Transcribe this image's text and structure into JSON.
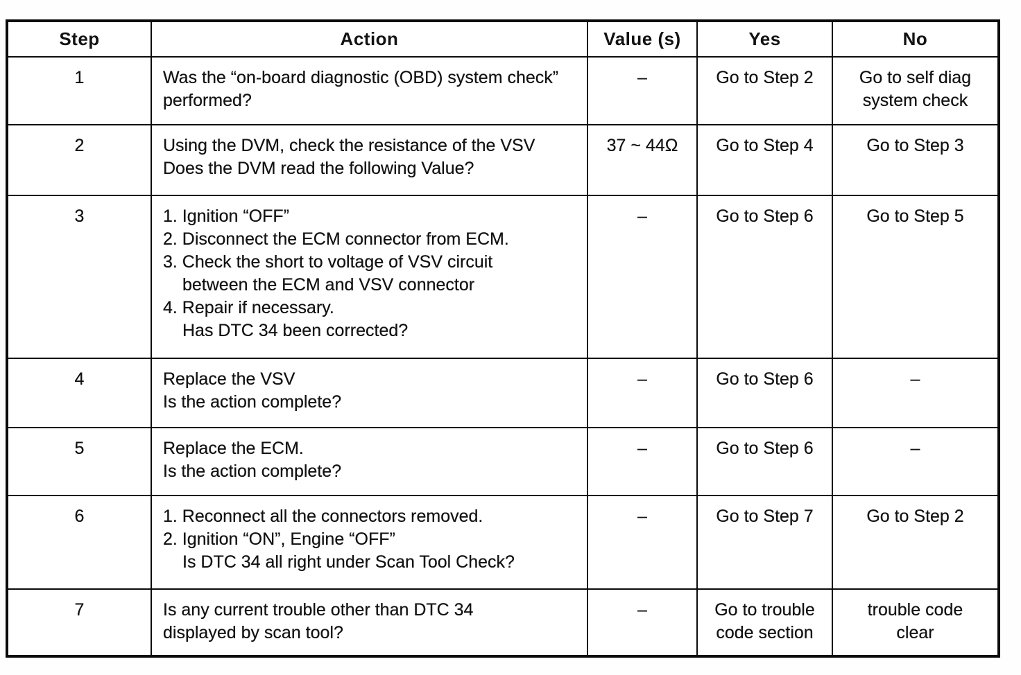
{
  "page": {
    "kind": "scanned service-manual diagnostic chart",
    "ink_color": "#0b0b0b",
    "paper_color": "#ffffff"
  },
  "table": {
    "headers": [
      {
        "key": "step",
        "label": "Step"
      },
      {
        "key": "action",
        "label": "Action"
      },
      {
        "key": "value",
        "label": "Value (s)"
      },
      {
        "key": "yes",
        "label": "Yes"
      },
      {
        "key": "no",
        "label": "No"
      }
    ],
    "rows": [
      {
        "step": "1",
        "action_lines": [
          {
            "t": "Was the “on-board diagnostic (OBD) system check”",
            "i": 0
          },
          {
            "t": "performed?",
            "i": 0
          }
        ],
        "value": "–",
        "yes": "Go to Step 2",
        "no": "Go to self diag\nsystem check"
      },
      {
        "step": "2",
        "action_lines": [
          {
            "t": "Using the DVM, check the resistance of the VSV",
            "i": 0
          },
          {
            "t": "Does the DVM read the following Value?",
            "i": 0
          }
        ],
        "value": "37 ~ 44Ω",
        "yes": "Go to Step 4",
        "no": "Go to Step 3"
      },
      {
        "step": "3",
        "action_lines": [
          {
            "t": "1. Ignition “OFF”",
            "i": 0
          },
          {
            "t": "2. Disconnect the ECM connector from ECM.",
            "i": 0
          },
          {
            "t": "3. Check the short to voltage of VSV circuit",
            "i": 0
          },
          {
            "t": "between the ECM and VSV connector",
            "i": 1
          },
          {
            "t": "4. Repair if necessary.",
            "i": 0
          },
          {
            "t": "Has DTC 34 been corrected?",
            "i": 1
          }
        ],
        "value": "–",
        "yes": "Go to Step 6",
        "no": "Go to Step 5"
      },
      {
        "step": "4",
        "action_lines": [
          {
            "t": "Replace the VSV",
            "i": 0
          },
          {
            "t": "Is the action complete?",
            "i": 0
          }
        ],
        "value": "–",
        "yes": "Go to Step 6",
        "no": "–"
      },
      {
        "step": "5",
        "action_lines": [
          {
            "t": "Replace the ECM.",
            "i": 0
          },
          {
            "t": "Is the action complete?",
            "i": 0
          }
        ],
        "value": "–",
        "yes": "Go to Step 6",
        "no": "–"
      },
      {
        "step": "6",
        "action_lines": [
          {
            "t": "1. Reconnect all the connectors removed.",
            "i": 0
          },
          {
            "t": "2. Ignition “ON”, Engine “OFF”",
            "i": 0
          },
          {
            "t": "Is DTC 34 all right under Scan Tool Check?",
            "i": 1
          }
        ],
        "value": "–",
        "yes": "Go to Step 7",
        "no": "Go to Step 2"
      },
      {
        "step": "7",
        "action_lines": [
          {
            "t": "Is any current trouble other than DTC 34",
            "i": 0
          },
          {
            "t": "displayed by scan tool?",
            "i": 0
          }
        ],
        "value": "–",
        "yes": "Go to trouble\ncode section",
        "no": "trouble code\nclear"
      }
    ]
  }
}
